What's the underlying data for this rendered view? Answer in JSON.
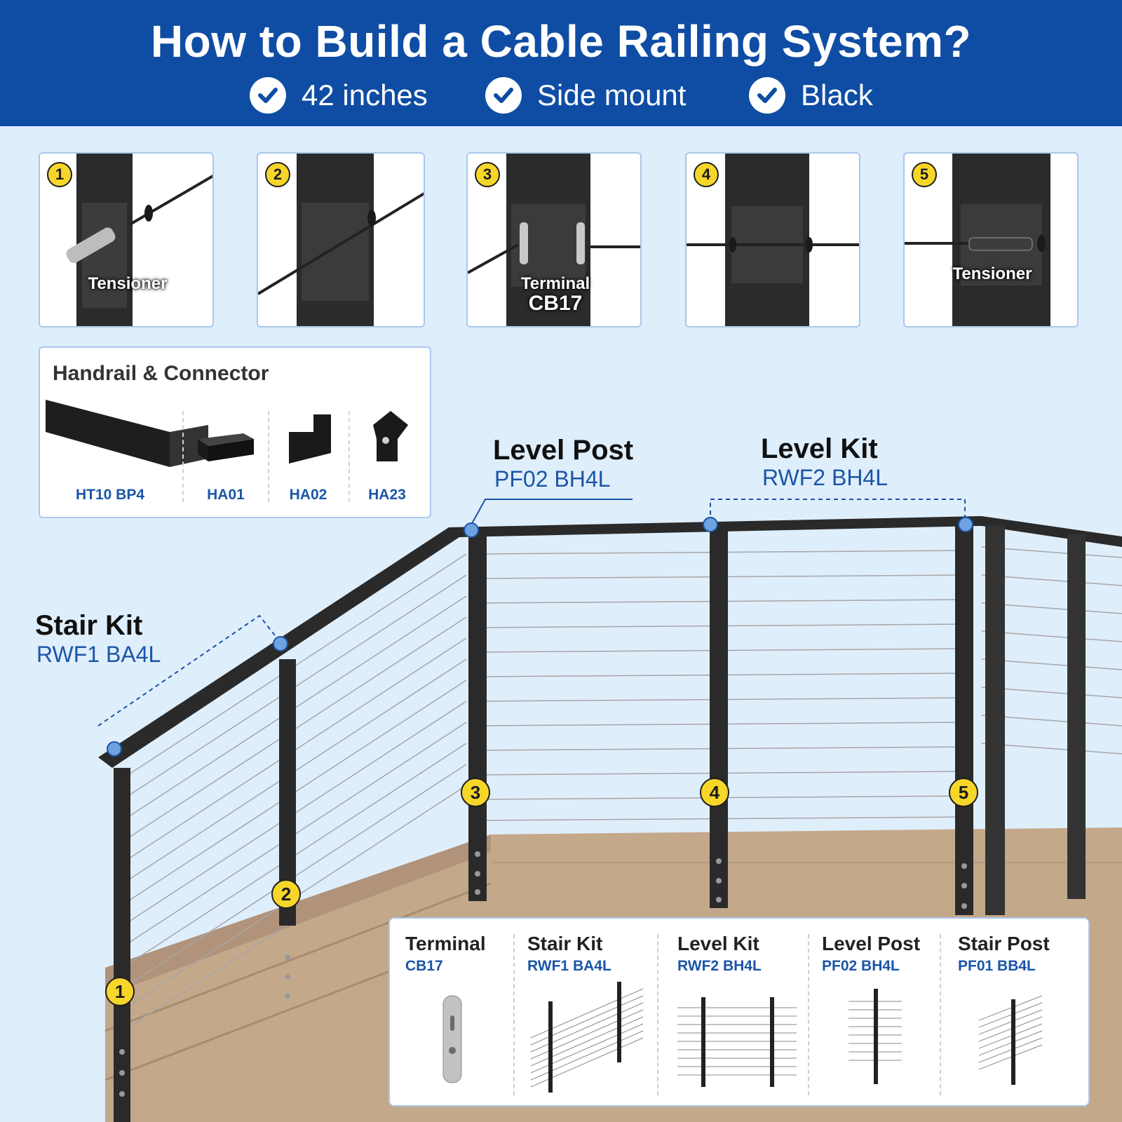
{
  "header": {
    "title": "How to Build a Cable Railing System?",
    "features": [
      "42 inches",
      "Side mount",
      "Black"
    ]
  },
  "steps": [
    {
      "number": "1",
      "label": "Tensioner",
      "code": ""
    },
    {
      "number": "2",
      "label": "",
      "code": ""
    },
    {
      "number": "3",
      "label": "Terminal",
      "code": "CB17"
    },
    {
      "number": "4",
      "label": "",
      "code": ""
    },
    {
      "number": "5",
      "label": "Tensioner",
      "code": ""
    }
  ],
  "handrail": {
    "title": "Handrail & Connector",
    "parts": [
      "HT10 BP4",
      "HA01",
      "HA02",
      "HA23"
    ]
  },
  "callouts": {
    "level_post": {
      "title": "Level Post",
      "code": "PF02 BH4L"
    },
    "level_kit": {
      "title": "Level Kit",
      "code": "RWF2 BH4L"
    },
    "stair_kit": {
      "title": "Stair Kit",
      "code": "RWF1 BA4L"
    }
  },
  "post_markers": [
    "1",
    "2",
    "3",
    "4",
    "5"
  ],
  "components": [
    {
      "name": "Terminal",
      "code": "CB17"
    },
    {
      "name": "Stair Kit",
      "code": "RWF1 BA4L"
    },
    {
      "name": "Level Kit",
      "code": "RWF2 BH4L"
    },
    {
      "name": "Level Post",
      "code": "PF02 BH4L"
    },
    {
      "name": "Stair Post",
      "code": "PF01 BB4L"
    }
  ],
  "colors": {
    "header_bg": "#0f4da4",
    "page_bg": "#dfeefb",
    "accent_blue": "#1b55a8",
    "badge_yellow": "#f7d62a",
    "post_black": "#2a2a2a",
    "deck_wood": "#c4a88a"
  }
}
